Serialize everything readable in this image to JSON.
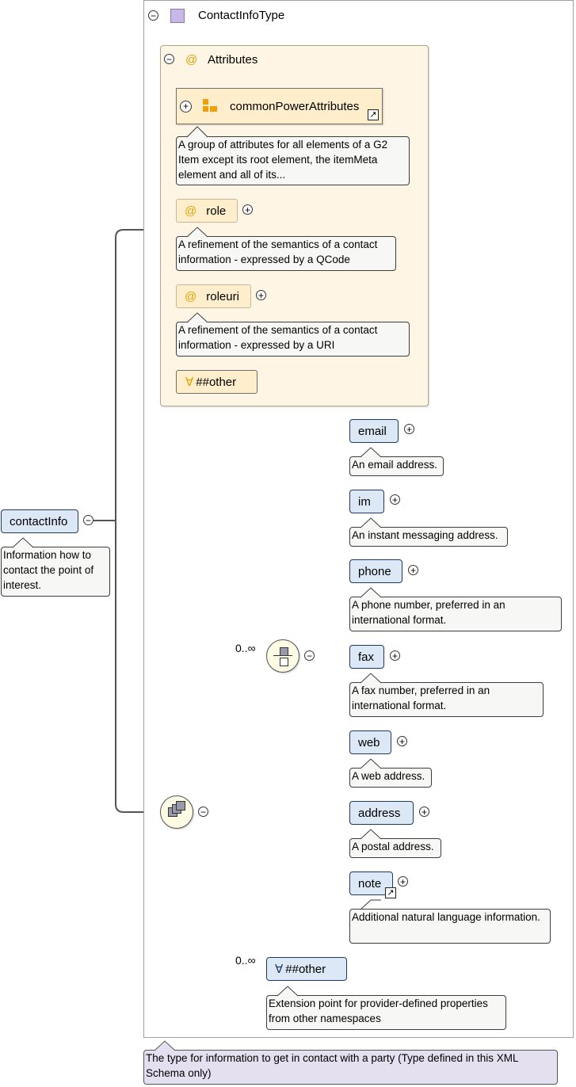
{
  "root": {
    "name": "contactInfo",
    "doc": "Information how to contact the point of interest."
  },
  "type": {
    "name": "ContactInfoType",
    "doc": "The type for information to get in contact with a party (Type defined in this XML Schema only)"
  },
  "attributes": {
    "label": "Attributes",
    "group": {
      "name": "commonPowerAttributes",
      "doc": "A group of attributes for all elements of a G2 Item except its root element, the itemMeta element and all of its..."
    },
    "role": {
      "name": "role",
      "doc": "A refinement of the semantics of a contact information - expressed by a QCode"
    },
    "roleuri": {
      "name": "roleuri",
      "doc": "A refinement of the semantics of a contact information - expressed by a URI"
    },
    "any_attribute": "##other"
  },
  "sequence": {
    "choice": {
      "multiplicity": "0..∞",
      "elements": [
        {
          "name": "email",
          "doc": "An email address."
        },
        {
          "name": "im",
          "doc": "An instant messaging address."
        },
        {
          "name": "phone",
          "doc": "A phone number, preferred in an international format."
        },
        {
          "name": "fax",
          "doc": "A fax number, preferred in an international format."
        },
        {
          "name": "web",
          "doc": "A web address."
        },
        {
          "name": "address",
          "doc": "A postal address."
        },
        {
          "name": "note",
          "doc": "Additional natural language information."
        }
      ]
    },
    "any": {
      "multiplicity": "0..∞",
      "name": "##other",
      "doc": "Extension point for provider-defined properties from other namespaces"
    }
  },
  "glyphs": {
    "attribute_symbol": "@",
    "any_symbol": "∀",
    "collapse": "−",
    "expand": "+",
    "ref_arrow": "↗"
  },
  "colors": {
    "element_fill": "#dde8f6",
    "attribute_fill": "#ffeecc",
    "attribute_panel_fill": "#fff5e4",
    "documentation_fill": "#f7f7f5",
    "type_doc_fill": "#e4e0f0",
    "compositor_fill": "#fdfbe4",
    "attribute_symbol_color": "#e2a200",
    "group_icon_color": "#f0a000",
    "type_icon_color": "#c8b8e8"
  },
  "icons": {
    "type": "complex-type-icon",
    "group": "attribute-group-icon",
    "sequence": "sequence-compositor-icon",
    "choice": "choice-compositor-icon"
  }
}
